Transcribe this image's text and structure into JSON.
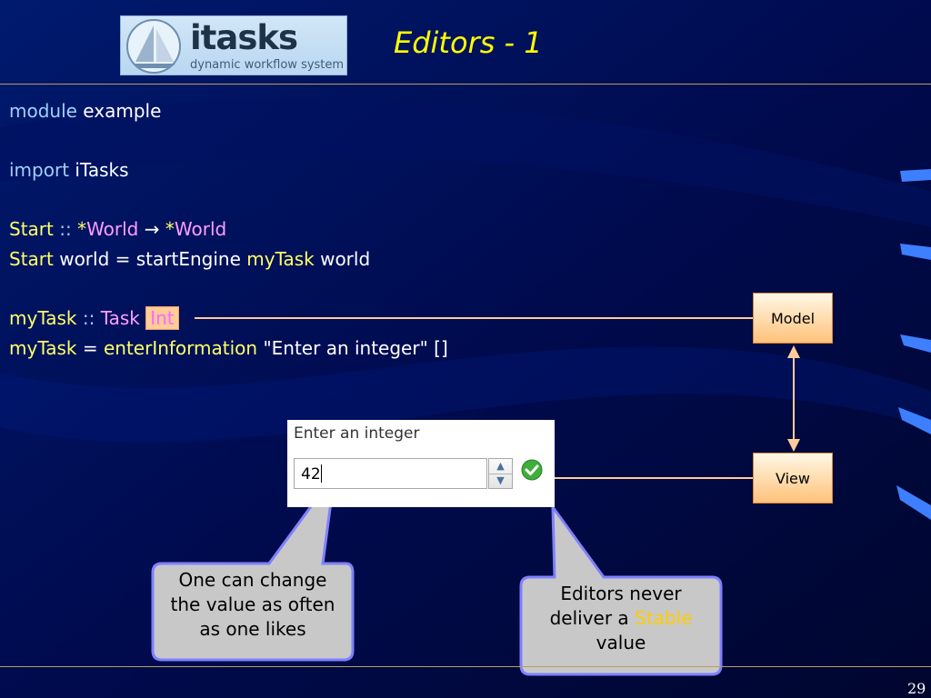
{
  "logo": {
    "word": "itasks",
    "tagline": "dynamic workflow system"
  },
  "slide": {
    "title": "Editors - 1",
    "page_number": "29"
  },
  "code": {
    "l1": {
      "kw": "module",
      "rest": " example"
    },
    "l2": {
      "kw": "import",
      "rest": " iTasks"
    },
    "l3": {
      "fn": "Start",
      "sep": " :: ",
      "star1": "*",
      "w1": "World",
      "arrow": " → ",
      "star2": "*",
      "w2": "World"
    },
    "l4": {
      "fn": "Start",
      "mid": " world = startEngine ",
      "task": "myTask",
      "end": " world"
    },
    "l5": {
      "fn": "myTask",
      "sep": " :: ",
      "type": "Task",
      "int": "Int"
    },
    "l6": {
      "fn": "myTask",
      "eq": " = ",
      "call": "enterInformation",
      "str": " \"Enter an integer\" []"
    }
  },
  "editor": {
    "label": "Enter an integer",
    "value": "42"
  },
  "boxes": {
    "model": "Model",
    "view": "View"
  },
  "callouts": {
    "left": [
      "One can change",
      "the value as often",
      "as one likes"
    ],
    "right": {
      "line1": "Editors never",
      "line2a": "deliver a ",
      "line2b": "Stable",
      "line3": "value"
    }
  },
  "colors": {
    "background": "#000a4a",
    "keyword": "#9fd0ff",
    "function": "#ffff66",
    "type": "#ff9fff",
    "box": "#ffc27a"
  },
  "icons": [
    "sail-logo-icon",
    "spinner-up-icon",
    "spinner-down-icon",
    "valid-check-icon"
  ]
}
